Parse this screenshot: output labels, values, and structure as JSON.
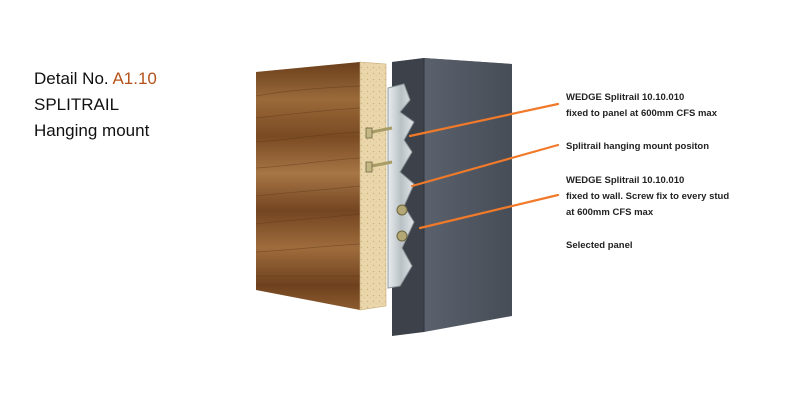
{
  "heading": {
    "prefix": "Detail No.",
    "code": "A1.10",
    "line2": "SPLITRAIL",
    "line3": "Hanging mount"
  },
  "callouts": [
    {
      "line1": "WEDGE Splitrail 10.10.010",
      "line2": "fixed to panel at 600mm CFS max"
    },
    {
      "line1": "Splitrail hanging mount positon"
    },
    {
      "line1": "WEDGE Splitrail 10.10.010",
      "line2": "fixed to wall. Screw fix to every stud",
      "line3": "at 600mm CFS max"
    },
    {
      "line1": "Selected panel"
    }
  ],
  "colors": {
    "accent": "#b5521b",
    "leader": "#f07a2a",
    "wall": "#4f5560",
    "wood": "#8a5a2e",
    "board_edge": "#e7d3a8",
    "rail": "#cfd5d8"
  }
}
